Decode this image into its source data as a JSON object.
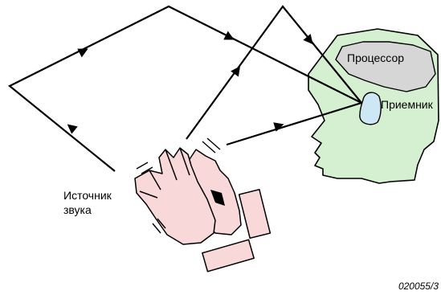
{
  "labels": {
    "processor": "Процессор",
    "receiver": "Приемник",
    "source_line1": "Источник",
    "source_line2": "звука",
    "figure_id": "020055/3"
  },
  "colors": {
    "head_fill": "#d5f0d1",
    "processor_fill": "#d6d6d6",
    "receiver_fill": "#cde7f5",
    "hand_fill": "#f8d8d8",
    "ray": "#000000"
  }
}
